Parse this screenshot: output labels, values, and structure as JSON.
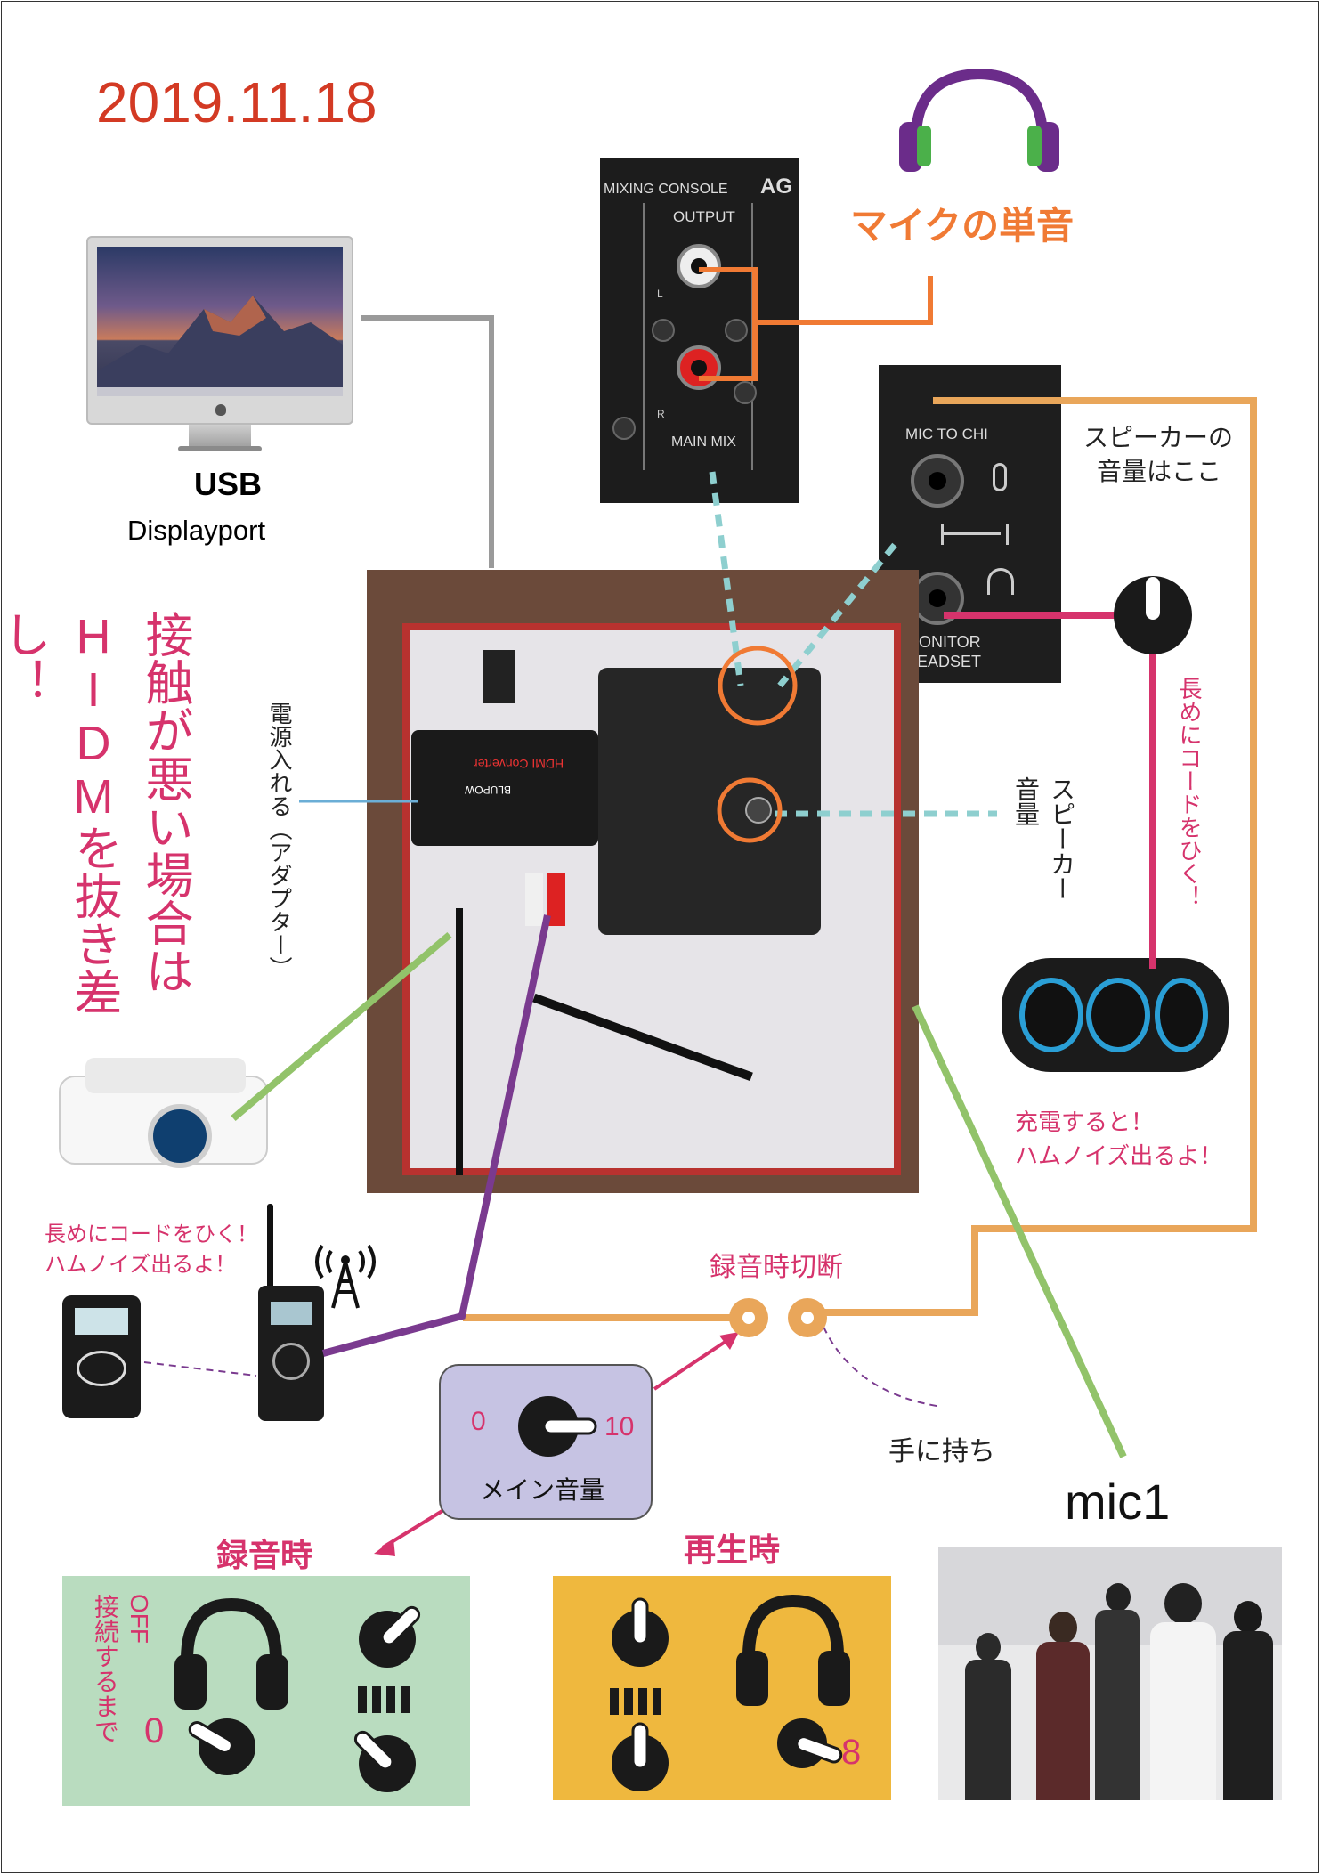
{
  "date": "2019.11.18",
  "headphone_caption": "マイクの単音",
  "computer": {
    "usb": "USB",
    "port": "Displayport"
  },
  "note_hdmi": "接触が悪い場合はHIDMを抜き差し！",
  "power_note": "電源入れる（アダプター）",
  "speaker_volume_note": "スピーカー音量",
  "speaker_here_line1": "スピーカーの",
  "speaker_here_line2": "音量はここ",
  "long_cord_vertical": "長めにコードをひく！",
  "speaker_charge_line1": "充電すると！",
  "speaker_charge_line2": "ハムノイズ出るよ！",
  "receiver_note_line1": "長めにコードをひく！",
  "receiver_note_line2": "ハムノイズ出るよ！",
  "cut_while_recording": "録音時切断",
  "hold_in_hand": "手に持ち",
  "mic_label": "mic1",
  "main_volume": {
    "min": "0",
    "max": "10",
    "label": "メイン音量"
  },
  "panel_panel_record": {
    "title": "録音時",
    "side_note_1": "OFF",
    "side_note_2": "接続するまで",
    "knob_value": "0"
  },
  "panel_playback": {
    "title": "再生時",
    "knob_value": "8"
  },
  "mixer_texts": {
    "console": "MIXING CONSOLE",
    "brand": "AG",
    "output": "OUTPUT",
    "l": "L",
    "r": "R",
    "main_mix": "MAIN MIX",
    "mic_to_chi": "MIC TO CHI",
    "monitor_headset": "MONITOR HEADSET"
  },
  "device_texts": {
    "converter": "HDMI Converter",
    "brand": "BLUPOW"
  },
  "colors": {
    "date_red": "#d33a24",
    "pink": "#d6336c",
    "orange": "#f07a34",
    "light_orange": "#e9a65a",
    "purple": "#7a3a8f",
    "green": "#92c36a",
    "teal": "#8ecfcf",
    "gray": "#9a9a9a",
    "panel_green": "#b9dcbf",
    "panel_yellow": "#efb83e",
    "lavender": "#c6c3e3"
  }
}
